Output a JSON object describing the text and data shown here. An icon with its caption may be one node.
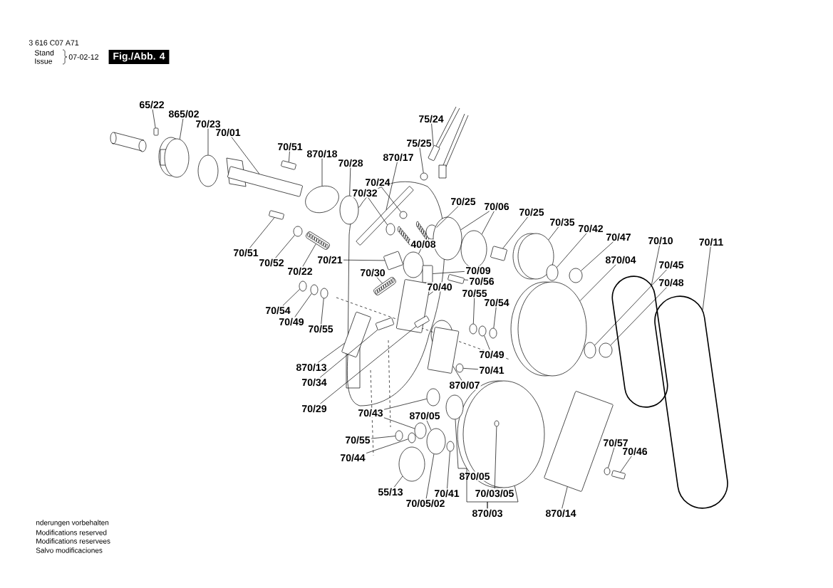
{
  "diagram": {
    "nodes": [
      {
        "text": [
          "Fig./Abb. 4"
        ]
      },
      {
        "text": [
          "65/22"
        ]
      },
      {
        "text": [
          "865/02"
        ]
      },
      {
        "text": [
          "70/23"
        ]
      },
      {
        "text": [
          "70/01"
        ]
      },
      {
        "text": [
          "70/51"
        ]
      },
      {
        "text": [
          "870/18"
        ]
      },
      {
        "text": [
          "70/28"
        ]
      },
      {
        "text": [
          "870/17"
        ]
      },
      {
        "text": [
          "70/24"
        ]
      },
      {
        "text": [
          "70/32"
        ]
      },
      {
        "text": [
          "75/24"
        ]
      },
      {
        "text": [
          "75/25"
        ]
      },
      {
        "text": [
          "70/25"
        ]
      },
      {
        "text": [
          "70/06"
        ]
      },
      {
        "text": [
          "70/25"
        ]
      },
      {
        "text": [
          "70/35"
        ]
      },
      {
        "text": [
          "70/42"
        ]
      },
      {
        "text": [
          "70/47"
        ]
      },
      {
        "text": [
          "70/10"
        ]
      },
      {
        "text": [
          "870/04"
        ]
      },
      {
        "text": [
          "70/45"
        ]
      },
      {
        "text": [
          "70/48"
        ]
      },
      {
        "text": [
          "70/11"
        ]
      },
      {
        "text": [
          "70/51"
        ]
      },
      {
        "text": [
          "70/52"
        ]
      },
      {
        "text": [
          "70/22"
        ]
      },
      {
        "text": [
          "70/21"
        ]
      },
      {
        "text": [
          "40/08"
        ]
      },
      {
        "text": [
          "70/09"
        ]
      },
      {
        "text": [
          "70/56"
        ]
      },
      {
        "text": [
          "70/30"
        ]
      },
      {
        "text": [
          "70/40"
        ]
      },
      {
        "text": [
          "70/55"
        ]
      },
      {
        "text": [
          "70/54"
        ]
      },
      {
        "text": [
          "70/49"
        ]
      },
      {
        "text": [
          "70/41"
        ]
      },
      {
        "text": [
          "870/07"
        ]
      },
      {
        "text": [
          "70/54"
        ]
      },
      {
        "text": [
          "70/49"
        ]
      },
      {
        "text": [
          "70/55"
        ]
      },
      {
        "text": [
          "870/13"
        ]
      },
      {
        "text": [
          "70/34"
        ]
      },
      {
        "text": [
          "70/29"
        ]
      },
      {
        "text": [
          "70/43"
        ]
      },
      {
        "text": [
          "870/05"
        ]
      },
      {
        "text": [
          "70/55"
        ]
      },
      {
        "text": [
          "70/44"
        ]
      },
      {
        "text": [
          "55/13"
        ]
      },
      {
        "text": [
          "70/05/02"
        ]
      },
      {
        "text": [
          "70/41"
        ]
      },
      {
        "text": [
          "870/05"
        ]
      },
      {
        "text": [
          "70/03/05"
        ]
      },
      {
        "text": [
          "870/03"
        ]
      },
      {
        "text": [
          "870/14"
        ]
      },
      {
        "text": [
          "70/57"
        ]
      },
      {
        "text": [
          "70/46"
        ]
      },
      {
        "text": [],
        "shape": "box"
      },
      {
        "text": [],
        "shape": "circle"
      },
      {
        "text": [],
        "shape": "circle"
      },
      {
        "text": [],
        "shape": "box"
      },
      {
        "text": [],
        "shape": "box"
      },
      {
        "text": [],
        "shape": "circle"
      },
      {
        "text": [],
        "shape": "circle"
      },
      {
        "text": [],
        "shape": "box"
      },
      {
        "text": [],
        "shape": "circle"
      },
      {
        "text": [],
        "shape": "circle"
      },
      {
        "text": [],
        "shape": "box"
      },
      {
        "text": [],
        "shape": "circle"
      },
      {
        "text": [],
        "shape": "circle"
      },
      {
        "text": [],
        "shape": "circle"
      },
      {
        "text": [],
        "shape": "circle"
      },
      {
        "text": [],
        "shape": "box"
      },
      {
        "text": [],
        "shape": "circle"
      },
      {
        "text": [],
        "shape": "circle"
      },
      {
        "text": [],
        "shape": "circle"
      },
      {
        "text": [],
        "shape": "belt"
      },
      {
        "text": [],
        "shape": "circle"
      },
      {
        "text": [],
        "shape": "circle"
      },
      {
        "text": [],
        "shape": "circle"
      },
      {
        "text": [],
        "shape": "belt"
      },
      {
        "text": [],
        "shape": "box"
      },
      {
        "text": [],
        "shape": "circle"
      },
      {
        "text": [],
        "shape": "spring"
      },
      {
        "text": [],
        "shape": "box"
      },
      {
        "text": [],
        "shape": "circle"
      },
      {
        "text": [],
        "shape": "box"
      },
      {
        "text": [],
        "shape": "box"
      },
      {
        "text": [],
        "shape": "spring"
      },
      {
        "text": [],
        "shape": "box"
      },
      {
        "text": [],
        "shape": "circle"
      },
      {
        "text": [],
        "shape": "circle"
      },
      {
        "text": [],
        "shape": "circle"
      },
      {
        "text": [],
        "shape": "box"
      },
      {
        "text": [],
        "shape": "circle"
      },
      {
        "text": [],
        "shape": "circle"
      },
      {
        "text": [],
        "shape": "circle"
      },
      {
        "text": [],
        "shape": "circle"
      },
      {
        "text": [],
        "shape": "box"
      },
      {
        "text": [],
        "shape": "box"
      },
      {
        "text": [],
        "shape": "box",
        "in": 89
      },
      {
        "text": [],
        "shape": "circle"
      },
      {
        "text": [],
        "shape": "circle"
      },
      {
        "text": [],
        "shape": "circle"
      },
      {
        "text": [],
        "shape": "circle"
      },
      {
        "text": [],
        "shape": "circle"
      },
      {
        "text": [],
        "shape": "circle"
      },
      {
        "text": [],
        "shape": "circle"
      },
      {
        "text": [],
        "shape": "circle"
      },
      {
        "text": [],
        "shape": "circle"
      },
      {
        "text": [],
        "shape": "circle",
        "in": 109
      },
      {
        "text": [],
        "shape": "box"
      },
      {
        "text": [],
        "shape": "circle"
      },
      {
        "text": [],
        "shape": "box"
      }
    ],
    "edges": [
      {
        "from": 1,
        "to": 57,
        "arrow": "none"
      },
      {
        "from": 2,
        "to": 58,
        "arrow": "none"
      },
      {
        "from": 3,
        "to": 59,
        "arrow": "none"
      },
      {
        "from": 4,
        "to": 60,
        "arrow": "none"
      },
      {
        "from": 5,
        "to": 61,
        "arrow": "none"
      },
      {
        "from": 6,
        "to": 62,
        "arrow": "none"
      },
      {
        "from": 7,
        "to": 63,
        "arrow": "none"
      },
      {
        "from": 8,
        "to": 64,
        "arrow": "none"
      },
      {
        "from": 9,
        "to": 65,
        "arrow": "none"
      },
      {
        "from": 10,
        "to": 66,
        "arrow": "none"
      },
      {
        "from": 11,
        "to": 67,
        "arrow": "none"
      },
      {
        "from": 12,
        "to": 68,
        "arrow": "none"
      },
      {
        "from": 13,
        "to": 69,
        "arrow": "none"
      },
      {
        "from": 14,
        "to": 70,
        "arrow": "none"
      },
      {
        "from": 14,
        "to": 71,
        "arrow": "none"
      },
      {
        "from": 15,
        "to": 72,
        "arrow": "none"
      },
      {
        "from": 16,
        "to": 73,
        "arrow": "none"
      },
      {
        "from": 17,
        "to": 74,
        "arrow": "none"
      },
      {
        "from": 18,
        "to": 75,
        "arrow": "none"
      },
      {
        "from": 19,
        "to": 76,
        "arrow": "none"
      },
      {
        "from": 20,
        "to": 77,
        "arrow": "none"
      },
      {
        "from": 21,
        "to": 78,
        "arrow": "none"
      },
      {
        "from": 22,
        "to": 79,
        "arrow": "none"
      },
      {
        "from": 23,
        "to": 80,
        "arrow": "none"
      },
      {
        "from": 24,
        "to": 81,
        "arrow": "none"
      },
      {
        "from": 25,
        "to": 82,
        "arrow": "none"
      },
      {
        "from": 26,
        "to": 83,
        "arrow": "none"
      },
      {
        "from": 27,
        "to": 84,
        "arrow": "none"
      },
      {
        "from": 28,
        "to": 85,
        "arrow": "none"
      },
      {
        "from": 29,
        "to": 86,
        "arrow": "none"
      },
      {
        "from": 30,
        "to": 87,
        "arrow": "none"
      },
      {
        "from": 31,
        "to": 88,
        "arrow": "none"
      },
      {
        "from": 32,
        "to": 89,
        "arrow": "none"
      },
      {
        "from": 33,
        "to": 90,
        "arrow": "none"
      },
      {
        "from": 34,
        "to": 92,
        "arrow": "none"
      },
      {
        "from": 35,
        "to": 91,
        "arrow": "none"
      },
      {
        "from": 36,
        "to": 94,
        "arrow": "none"
      },
      {
        "from": 37,
        "to": 93,
        "arrow": "none"
      },
      {
        "from": 38,
        "to": 95,
        "arrow": "none"
      },
      {
        "from": 39,
        "to": 96,
        "arrow": "none"
      },
      {
        "from": 40,
        "to": 97,
        "arrow": "none"
      },
      {
        "from": 41,
        "to": 98,
        "arrow": "none"
      },
      {
        "from": 42,
        "to": 99,
        "arrow": "none"
      },
      {
        "from": 43,
        "to": 100,
        "arrow": "none"
      },
      {
        "from": 44,
        "to": 101,
        "arrow": "none"
      },
      {
        "from": 44,
        "to": 103,
        "arrow": "none"
      },
      {
        "from": 45,
        "to": 106,
        "arrow": "none"
      },
      {
        "from": 46,
        "to": 104,
        "arrow": "none"
      },
      {
        "from": 47,
        "to": 105,
        "arrow": "none"
      },
      {
        "from": 48,
        "to": 108,
        "arrow": "none"
      },
      {
        "from": 49,
        "to": 106,
        "arrow": "none"
      },
      {
        "from": 50,
        "to": 107,
        "arrow": "none"
      },
      {
        "from": 52,
        "to": 110,
        "arrow": "none"
      },
      {
        "from": 53,
        "to": 102,
        "arrow": "none"
      },
      {
        "from": 53,
        "to": 109,
        "arrow": "none"
      },
      {
        "from": 54,
        "to": 111,
        "arrow": "none"
      },
      {
        "from": 55,
        "to": 112,
        "arrow": "none"
      },
      {
        "from": 56,
        "to": 113,
        "arrow": "none"
      }
    ],
    "labels": [
      "3 616 C07 A71",
      "Stand",
      "Issue",
      "07-02-12",
      "nderungen vorbehalten",
      "Modifications reserved",
      "Modifications reservees",
      "Salvo modificaciones"
    ]
  }
}
